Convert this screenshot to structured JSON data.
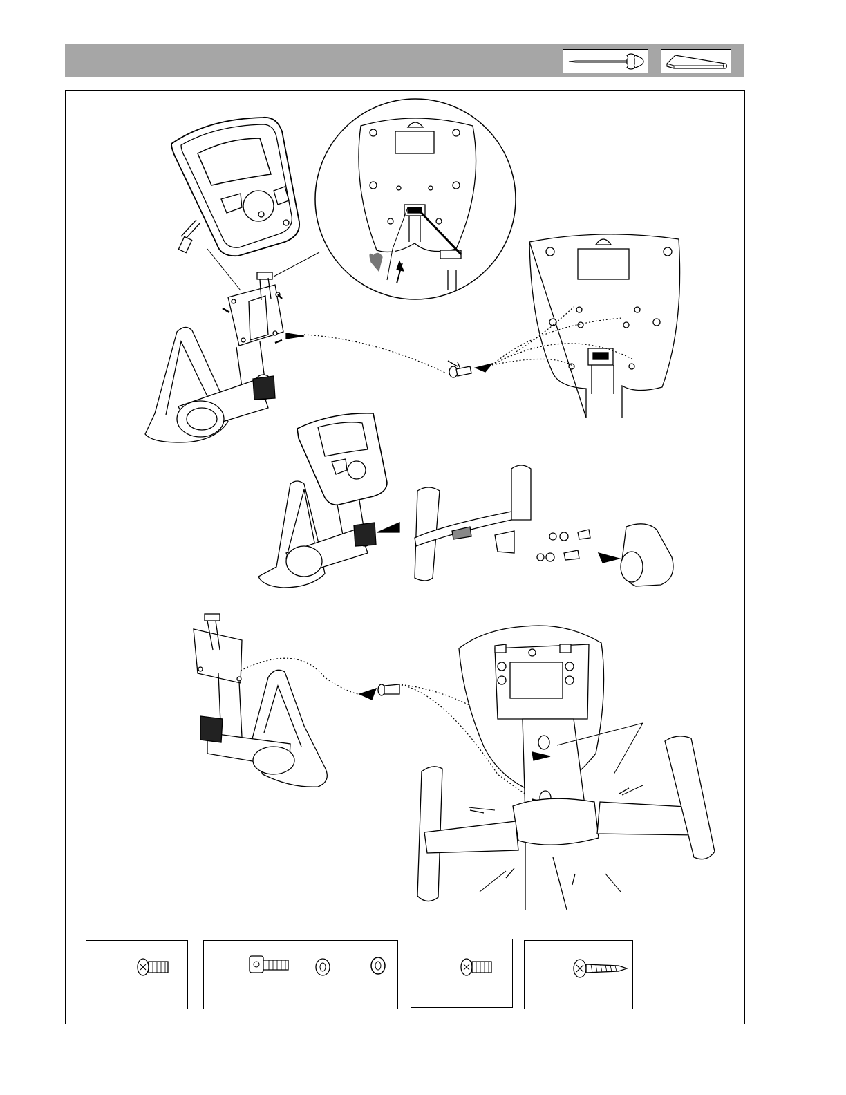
{
  "header": {
    "step_title": "",
    "tools": [
      {
        "icon": "screwdriver-icon"
      },
      {
        "icon": "allen-key-icon"
      }
    ],
    "bar_color": "#a6a6a6"
  },
  "illustrations": {
    "top": {
      "icon": "console-mast-assembly-illustration"
    },
    "middle": {
      "icon": "handlebar-assembly-illustration"
    },
    "bottom": {
      "icon": "handlebar-cover-assembly-illustration"
    }
  },
  "hardware": [
    {
      "icon": "pan-head-bolt-icon",
      "label": ""
    },
    {
      "icon": "allen-bolt-spring-washer-flat-washer-icon",
      "label": ""
    },
    {
      "icon": "pan-head-bolt-icon",
      "label": ""
    },
    {
      "icon": "self-tapping-screw-icon",
      "label": ""
    }
  ],
  "footer": {
    "text": ""
  }
}
